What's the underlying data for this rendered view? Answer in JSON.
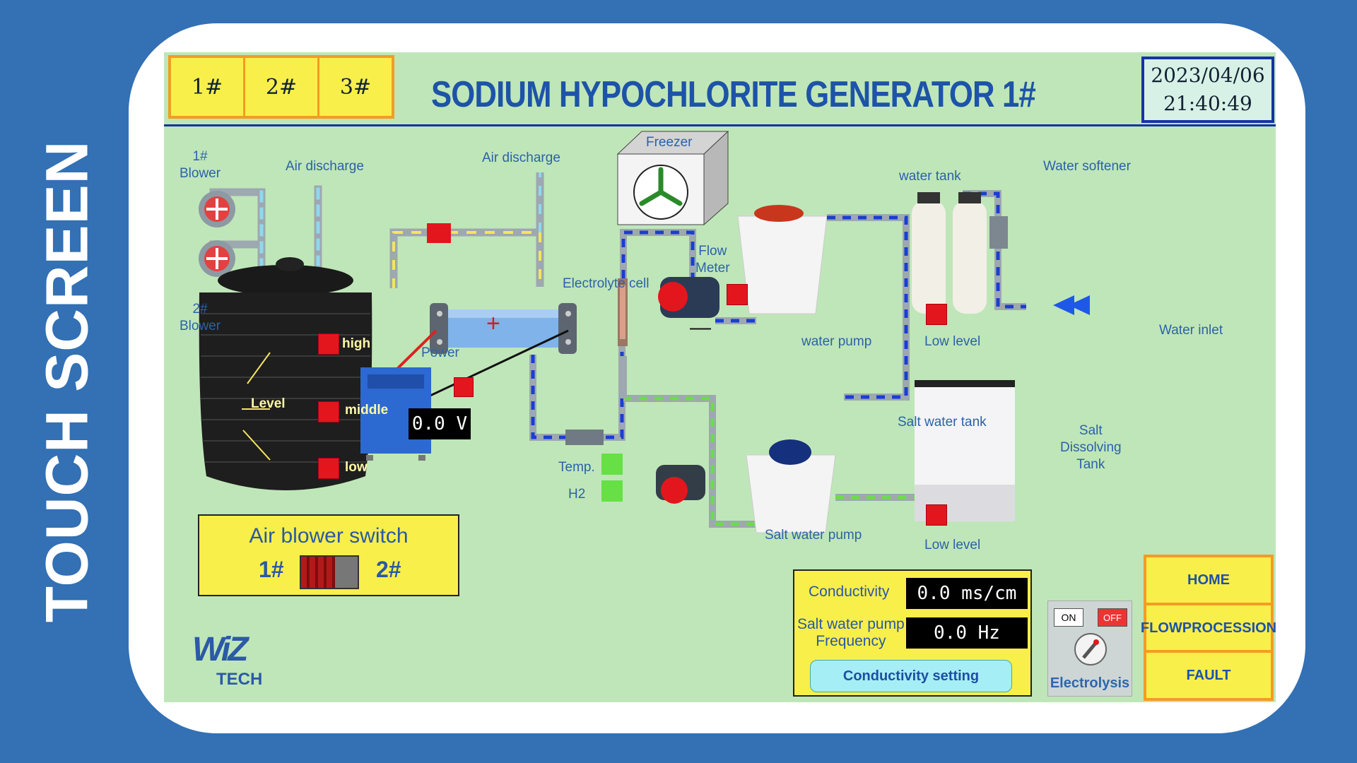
{
  "side_label": "TOUCH SCREEN",
  "tabs": [
    "1#",
    "2#",
    "3#"
  ],
  "title": "SODIUM HYPOCHLORITE GENERATOR 1#",
  "date": "2023/04/06",
  "time": "21:40:49",
  "labels": {
    "blower1": [
      "1#",
      "Blower"
    ],
    "blower2": [
      "2#",
      "Blower"
    ],
    "air_discharge_1": "Air discharge",
    "air_discharge_2": "Air discharge",
    "freezer": "Freezer",
    "electrolyte_cell": "Electrolyte cell",
    "flow_meter": [
      "Flow",
      "Meter"
    ],
    "water_tank": "water tank",
    "water_softener": "Water softener",
    "water_pump": "water pump",
    "low_level_1": "Low level",
    "water_inlet": "Water inlet",
    "power": "Power",
    "level": "Level",
    "high": "high",
    "middle": "middle",
    "low": "low",
    "temp": "Temp.",
    "h2": "H2",
    "salt_water_tank": "Salt water tank",
    "salt_dissolving_tank": [
      "Salt",
      "Dissolving",
      "Tank"
    ],
    "salt_water_pump": "Salt water pump",
    "low_level_2": "Low level",
    "plus": "+",
    "minus": "—"
  },
  "power_voltage": "0.0 V",
  "air_blower": {
    "title": "Air blower switch",
    "left": "1#",
    "right": "2#"
  },
  "conductivity": {
    "label": "Conductivity",
    "value": "0.0 ms/cm",
    "pump_label": [
      "Salt water pump",
      "Frequency"
    ],
    "pump_value": "0.0 Hz",
    "setting_button": "Conductivity setting"
  },
  "electrolysis": {
    "on": "ON",
    "off": "OFF",
    "label": "Electrolysis"
  },
  "nav": {
    "home": "HOME",
    "flow": [
      "FLOW",
      "PROCESSION"
    ],
    "fault": "FAULT"
  },
  "logo": {
    "mark": "WiZ",
    "sub": "TECH"
  },
  "colors": {
    "background": "#3370b4",
    "hmi_bg": "#bfe6b8",
    "panel_yellow": "#f9ef4a",
    "alarm_red": "#e3161d",
    "ok_green": "#66e045",
    "title_blue": "#1d53a8"
  }
}
